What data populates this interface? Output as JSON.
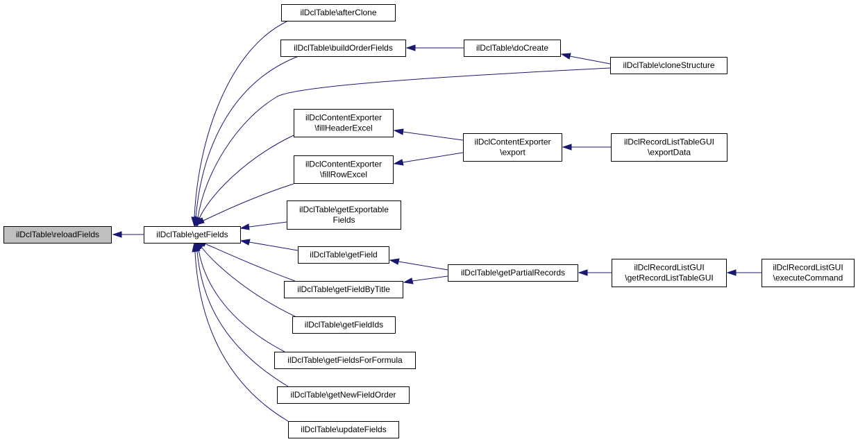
{
  "colors": {
    "node_fill": "#ffffff",
    "root_fill": "#bfbfbf",
    "edge": "#191970"
  },
  "nodes": [
    {
      "id": "reloadFields",
      "lines": [
        "ilDclTable\\reloadFields"
      ],
      "root": true
    },
    {
      "id": "getFields",
      "lines": [
        "ilDclTable\\getFields"
      ]
    },
    {
      "id": "afterClone",
      "lines": [
        "ilDclTable\\afterClone"
      ]
    },
    {
      "id": "buildOrderFields",
      "lines": [
        "ilDclTable\\buildOrderFields"
      ]
    },
    {
      "id": "doCreate",
      "lines": [
        "ilDclTable\\doCreate"
      ]
    },
    {
      "id": "cloneStructure",
      "lines": [
        "ilDclTable\\cloneStructure"
      ]
    },
    {
      "id": "fillHeaderExcel",
      "lines": [
        "ilDclContentExporter",
        "\\fillHeaderExcel"
      ]
    },
    {
      "id": "fillRowExcel",
      "lines": [
        "ilDclContentExporter",
        "\\fillRowExcel"
      ]
    },
    {
      "id": "export",
      "lines": [
        "ilDclContentExporter",
        "\\export"
      ]
    },
    {
      "id": "exportData",
      "lines": [
        "ilDclRecordListTableGUI",
        "\\exportData"
      ]
    },
    {
      "id": "getExportableFields",
      "lines": [
        "ilDclTable\\getExportable",
        "Fields"
      ]
    },
    {
      "id": "getField",
      "lines": [
        "ilDclTable\\getField"
      ]
    },
    {
      "id": "getFieldByTitle",
      "lines": [
        "ilDclTable\\getFieldByTitle"
      ]
    },
    {
      "id": "getPartialRecords",
      "lines": [
        "ilDclTable\\getPartialRecords"
      ]
    },
    {
      "id": "getRecordListTableGUI",
      "lines": [
        "ilDclRecordListGUI",
        "\\getRecordListTableGUI"
      ]
    },
    {
      "id": "executeCommand",
      "lines": [
        "ilDclRecordListGUI",
        "\\executeCommand"
      ]
    },
    {
      "id": "getFieldIds",
      "lines": [
        "ilDclTable\\getFieldIds"
      ]
    },
    {
      "id": "getFieldsForFormula",
      "lines": [
        "ilDclTable\\getFieldsForFormula"
      ]
    },
    {
      "id": "getNewFieldOrder",
      "lines": [
        "ilDclTable\\getNewFieldOrder"
      ]
    },
    {
      "id": "updateFields",
      "lines": [
        "ilDclTable\\updateFields"
      ]
    }
  ],
  "edges": [
    {
      "from": "getFields",
      "to": "reloadFields"
    },
    {
      "from": "afterClone",
      "to": "getFields"
    },
    {
      "from": "buildOrderFields",
      "to": "getFields"
    },
    {
      "from": "cloneStructure",
      "to": "getFields"
    },
    {
      "from": "fillHeaderExcel",
      "to": "getFields"
    },
    {
      "from": "fillRowExcel",
      "to": "getFields"
    },
    {
      "from": "getExportableFields",
      "to": "getFields"
    },
    {
      "from": "getField",
      "to": "getFields"
    },
    {
      "from": "getFieldByTitle",
      "to": "getFields"
    },
    {
      "from": "getFieldIds",
      "to": "getFields"
    },
    {
      "from": "getFieldsForFormula",
      "to": "getFields"
    },
    {
      "from": "getNewFieldOrder",
      "to": "getFields"
    },
    {
      "from": "updateFields",
      "to": "getFields"
    },
    {
      "from": "doCreate",
      "to": "buildOrderFields"
    },
    {
      "from": "cloneStructure",
      "to": "doCreate"
    },
    {
      "from": "export",
      "to": "fillHeaderExcel"
    },
    {
      "from": "export",
      "to": "fillRowExcel"
    },
    {
      "from": "exportData",
      "to": "export"
    },
    {
      "from": "getPartialRecords",
      "to": "getField"
    },
    {
      "from": "getPartialRecords",
      "to": "getFieldByTitle"
    },
    {
      "from": "getRecordListTableGUI",
      "to": "getPartialRecords"
    },
    {
      "from": "executeCommand",
      "to": "getRecordListTableGUI"
    }
  ]
}
